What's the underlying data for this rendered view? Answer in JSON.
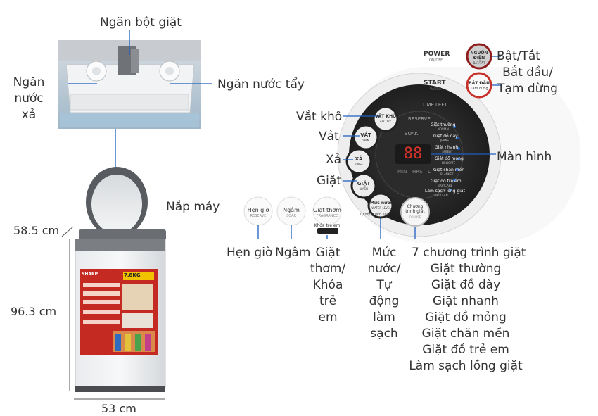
{
  "drawer": {
    "detergent": "Ngăn bột giặt",
    "softener": "Ngăn\nnước\nxả",
    "bleach": "Ngăn nước tẩy"
  },
  "machine": {
    "lid": "Nắp máy",
    "capacity_badge": "7.8KG",
    "brand": "SHARP"
  },
  "dimensions": {
    "depth": "58.5 cm",
    "height": "96.3 cm",
    "width": "53 cm"
  },
  "buttons_panel": {
    "reserve": {
      "title": "Hẹn giờ",
      "sub": "RESERVE"
    },
    "soak": {
      "title": "Ngâm",
      "sub": "SOAK"
    },
    "fragrance": {
      "title": "Giặt thơm",
      "sub": "FRAGRANCE",
      "sub2": "Khóa trẻ em"
    }
  },
  "dial": {
    "power": {
      "label": "POWER",
      "sub": "ON/OFF",
      "btn": "NGUỒN\nĐIỆN",
      "btn_sub": "BẬT/TẮT"
    },
    "start": {
      "label": "START",
      "sub": "PAUSE",
      "btn": "BẮT ĐẦU",
      "btn_sub": "Tạm dừng"
    },
    "ring_top": [
      "TIME LEFT",
      "RESERVE",
      "SOAK"
    ],
    "air_dry": {
      "title": "VẮT KHÔ",
      "sub": "AIR DRY"
    },
    "spin": {
      "title": "VẮT",
      "sub": "SPIN"
    },
    "rinse": {
      "title": "XẢ",
      "sub": "RINSE"
    },
    "wash": {
      "title": "GIẶT",
      "sub": "WASH"
    },
    "water_level": {
      "title": "Mức nước",
      "sub": "WATER LEVEL"
    },
    "auto_clean": "Tự động làm sạch",
    "course": {
      "title": "Chương\ntrình giặt",
      "sub": "COURSE"
    },
    "display_digits": "88",
    "min_hrs": [
      "MIN",
      "HRS",
      "L"
    ],
    "programs": [
      {
        "vn": "Giặt thường",
        "en": "NORMAL"
      },
      {
        "vn": "Giặt đồ dày",
        "en": "JEANS"
      },
      {
        "vn": "Giặt nhanh",
        "en": "SPEEDY"
      },
      {
        "vn": "Giặt đồ mỏng",
        "en": "DELICATE"
      },
      {
        "vn": "Giặt chăn mền",
        "en": "BLANKET"
      },
      {
        "vn": "Giặt đồ trẻ em",
        "en": "BABYCARE"
      },
      {
        "vn": "Làm sạch lồng giặt",
        "en": "TUB CLEAN"
      }
    ]
  },
  "callouts": {
    "power": "Bật/Tắt",
    "start": "Bắt đầu/\nTạm dừng",
    "air_dry": "Vắt khô",
    "spin": "Vắt",
    "rinse": "Xả",
    "wash": "Giặt",
    "display": "Màn hình",
    "reserve": "Hẹn giờ",
    "soak": "Ngâm",
    "fragrance": "Giặt\nthơm/\nKhóa\ntrẻ\nem",
    "water": "Mức\nnước/\nTự\nđộng\nlàm\nsạch",
    "programs_title": "7 chương trình giặt",
    "programs": [
      "Giặt thường",
      "Giặt đồ dày",
      "Giặt nhanh",
      "Giặt đồ mỏng",
      "Giặt chăn mền",
      "Giặt đồ trẻ em",
      "Làm sạch lồng giặt"
    ]
  }
}
